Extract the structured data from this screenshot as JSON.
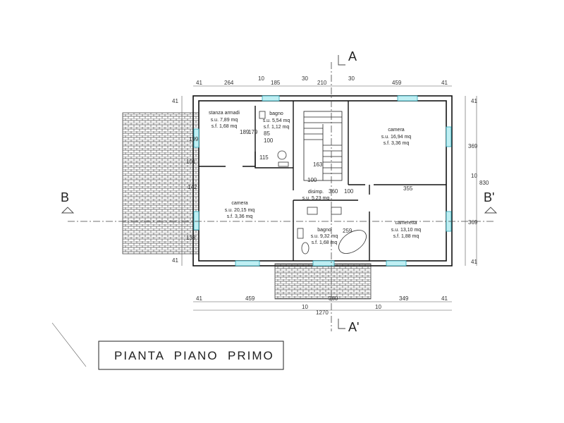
{
  "title": "PIANTA  PIANO  PRIMO",
  "section_labels": {
    "a_top": "A",
    "a_bottom": "A'",
    "b_left": "B",
    "b_right": "B'"
  },
  "rooms": {
    "stanza_armadi": {
      "name": "stanza armadi",
      "su": "s.u. 7,89 mq",
      "sf": "s.f. 1,68 mq"
    },
    "bagno_small": {
      "name": "bagno",
      "su": "s.u. 5,54 mq",
      "sf": "s.f. 1,12 mq"
    },
    "camera_ne": {
      "name": "camera",
      "su": "s.u. 16,94 mq",
      "sf": "s.f. 3,36 mq"
    },
    "camera_w": {
      "name": "camera",
      "su": "s.u. 20,15 mq",
      "sf": "s.f. 3,36 mq"
    },
    "disimp": {
      "name": "disimp.",
      "su": "s.u. 5,23 mq"
    },
    "bagno_main": {
      "name": "bagno",
      "su": "s.u. 9,32 mq",
      "sf": "s.f. 1,68 mq"
    },
    "cameretta": {
      "name": "cameretta",
      "su": "s.u. 13,10 mq",
      "sf": "s.f. 1,88 mq"
    }
  },
  "dims_top": [
    "41",
    "264",
    "10",
    "185",
    "30",
    "210",
    "30",
    "459",
    "41"
  ],
  "dims_bottom": [
    "41",
    "459",
    "10",
    "360",
    "10",
    "349",
    "41"
  ],
  "dim_total_bottom": "1270",
  "dims_right": [
    "41",
    "369",
    "10",
    "369",
    "41"
  ],
  "dim_total_right": "830",
  "dims_left": [
    "41",
    "41"
  ],
  "dims_internal": {
    "d189": "189",
    "d179": "179",
    "d85": "85",
    "d100a": "100",
    "d115": "115",
    "d163": "163",
    "d100b": "100",
    "d360": "360",
    "d100c": "100",
    "d355": "355",
    "d259": "259",
    "d199": "199",
    "d101": "101",
    "d142": "142",
    "d133": "133"
  }
}
